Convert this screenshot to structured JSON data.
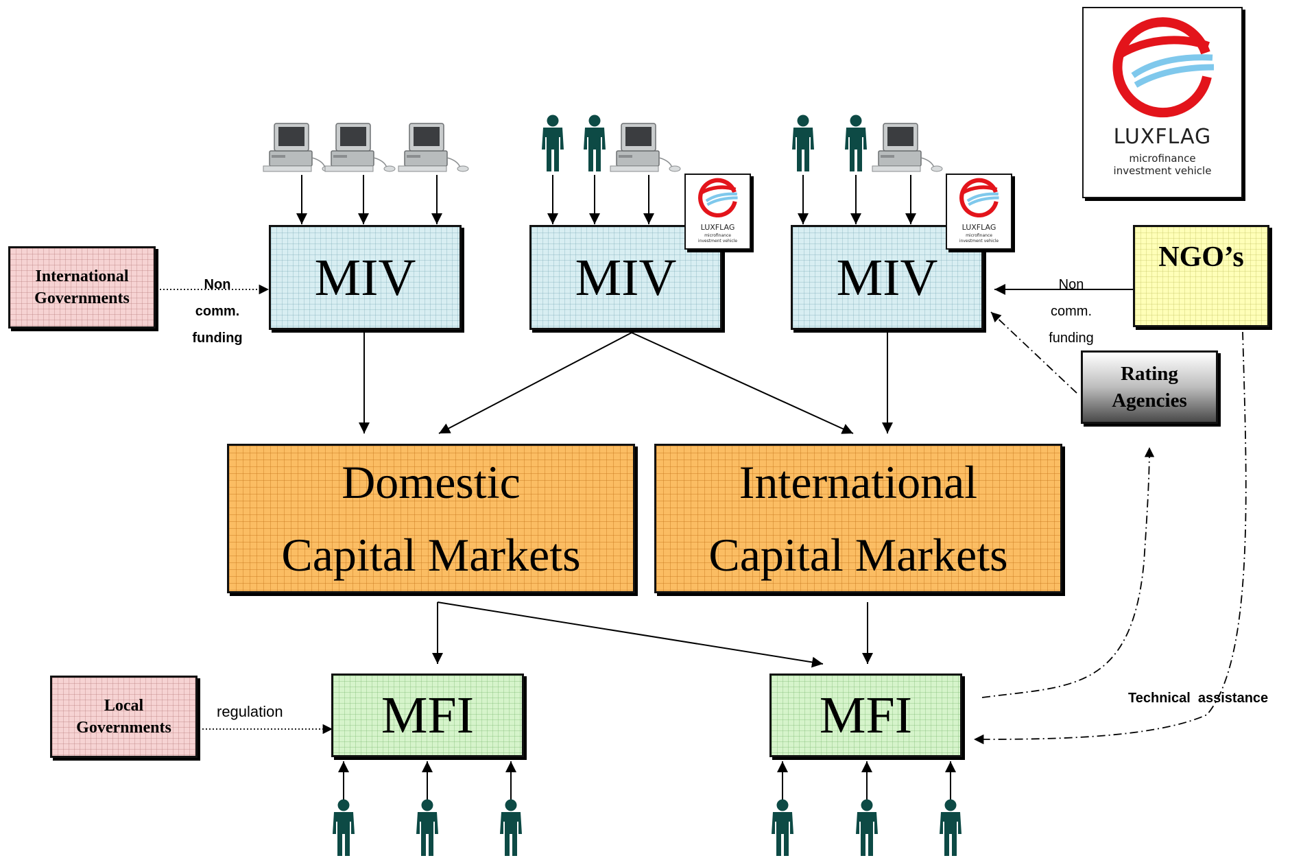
{
  "international_governments": {
    "line1": "International",
    "line2": "Governments"
  },
  "local_governments": {
    "line1": "Local",
    "line2": "Governments"
  },
  "miv_boxes": [
    {
      "label": "MIV"
    },
    {
      "label": "MIV"
    },
    {
      "label": "MIV"
    }
  ],
  "capital_markets": [
    {
      "line1": "Domestic",
      "line2": "Capital Markets"
    },
    {
      "line1": "International",
      "line2": "Capital Markets"
    }
  ],
  "mfi_boxes": [
    {
      "label": "MFI"
    },
    {
      "label": "MFI"
    }
  ],
  "ngo": {
    "label": "NGO’s"
  },
  "rating_agencies": {
    "line1": "Rating",
    "line2": "Agencies"
  },
  "edge_labels": {
    "non_comm_left": [
      "Non",
      "comm.",
      "funding"
    ],
    "non_comm_right": [
      "Non",
      "comm.",
      "funding"
    ],
    "regulation": "regulation",
    "technical_assistance": "Technical  assistance"
  },
  "luxflag_logo": {
    "name": "LUXFLAG",
    "tagline1": "microfinance",
    "tagline2": "investment vehicle",
    "colors": {
      "ring": "#e3141b",
      "wave": "#7fc8ec"
    }
  },
  "icons": [
    "computer-icon",
    "person-icon"
  ],
  "colors": {
    "person": "#0d4a45",
    "miv_fill": "#d8eef2",
    "market_fill": "#fbbd63",
    "mfi_fill": "#d6f4cb",
    "gov_fill": "#f6d3d3",
    "ngo_fill": "#ffffb8"
  }
}
